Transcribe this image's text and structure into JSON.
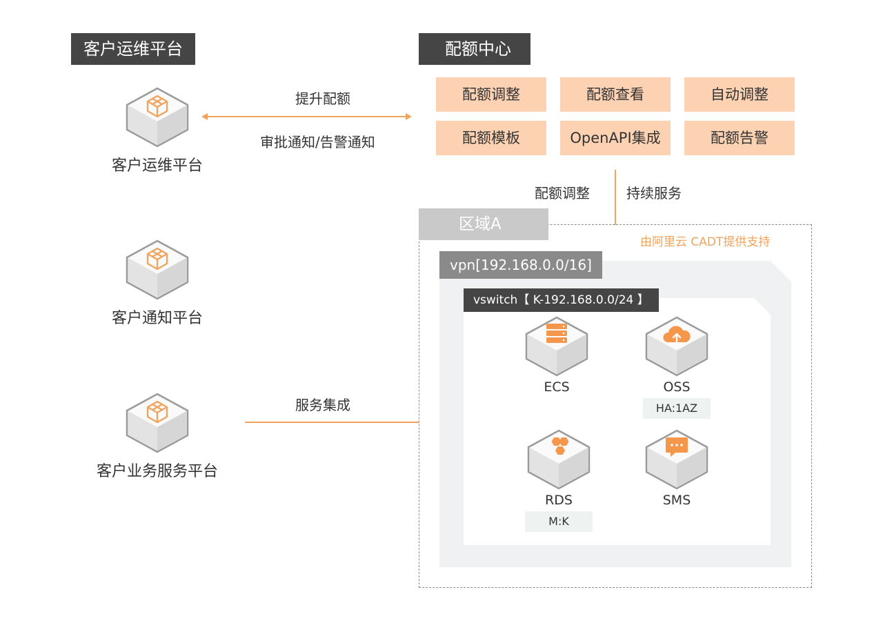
{
  "customer_panel": {
    "title": "客户运维平台",
    "platforms": [
      {
        "label": "客户运维平台",
        "icon": "cube-icon"
      },
      {
        "label": "客户通知平台",
        "icon": "cube-icon"
      },
      {
        "label": "客户业务服务平台",
        "icon": "cube-icon"
      }
    ]
  },
  "quota_center": {
    "title": "配额中心",
    "items": [
      "配额调整",
      "配额查看",
      "自动调整",
      "配额模板",
      "OpenAPI集成",
      "配额告警"
    ]
  },
  "connections": {
    "top_label_1": "提升配额",
    "top_label_2": "审批通知/告警通知",
    "vertical_left": "配额调整",
    "vertical_right": "持续服务",
    "bottom_label": "服务集成"
  },
  "region": {
    "title": "区域A",
    "note": "由阿里云 CADT提供支持",
    "vpn_label": "vpn[192.168.0.0/16]",
    "vswitch_label": "vswitch【 K-192.168.0.0/24 】",
    "services": [
      {
        "name": "ECS",
        "badge": "",
        "icon": "server-icon"
      },
      {
        "name": "OSS",
        "badge": "HA:1AZ",
        "icon": "cloud-upload-icon"
      },
      {
        "name": "RDS",
        "badge": "M:K",
        "icon": "hexagons-icon"
      },
      {
        "name": "SMS",
        "badge": "",
        "icon": "chat-icon"
      }
    ]
  },
  "colors": {
    "accent": "#f0a35c",
    "quota_item_bg": "#fdd2b2",
    "dark_tag": "#454545",
    "grey_tag": "#c9c9c9",
    "vpn_tag": "#8a8a8a"
  }
}
